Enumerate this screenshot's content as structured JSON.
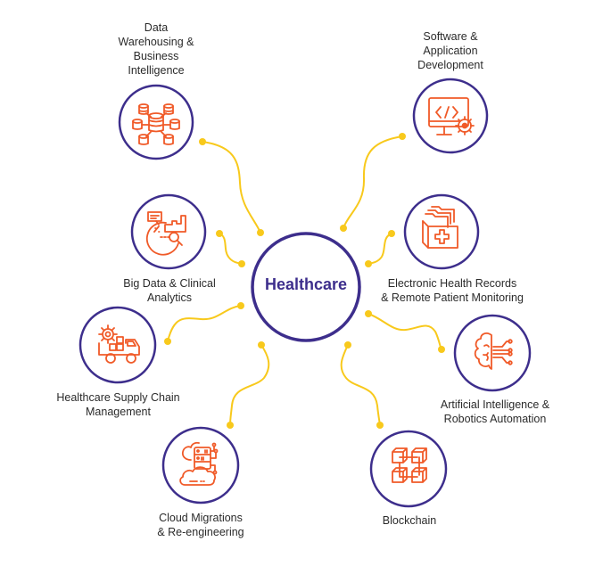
{
  "diagram": {
    "center": {
      "label": "Healthcare"
    },
    "nodes": [
      {
        "id": "data-warehousing",
        "label": "Data\nWarehousing &\nBusiness\nIntelligence",
        "icon": "database-network-icon"
      },
      {
        "id": "software-development",
        "label": "Software &\nApplication\nDevelopment",
        "icon": "monitor-code-gear-icon"
      },
      {
        "id": "big-data",
        "label": "Big Data & Clinical\nAnalytics",
        "icon": "analytics-chart-magnifier-icon"
      },
      {
        "id": "ehr",
        "label": "Electronic Health Records\n& Remote Patient Monitoring",
        "icon": "medical-folder-icon"
      },
      {
        "id": "supply-chain",
        "label": "Healthcare Supply Chain\nManagement",
        "icon": "truck-gear-icon"
      },
      {
        "id": "ai-robotics",
        "label": "Artificial Intelligence &\nRobotics Automation",
        "icon": "brain-circuit-icon"
      },
      {
        "id": "cloud-migrations",
        "label": "Cloud Migrations\n& Re-engineering",
        "icon": "cloud-server-icon"
      },
      {
        "id": "blockchain",
        "label": "Blockchain",
        "icon": "blockchain-cubes-icon"
      }
    ],
    "colors": {
      "ring": "#3d2e8c",
      "connector": "#f8c91c",
      "icon": "#f05a28",
      "text": "#2b2b2b"
    }
  }
}
